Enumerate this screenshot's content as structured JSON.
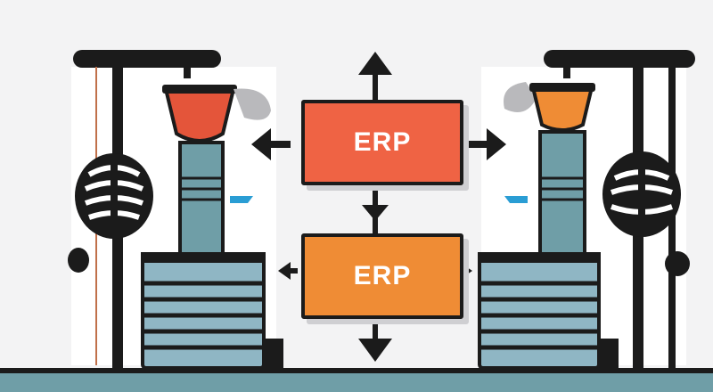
{
  "diagram": {
    "nodes": [
      {
        "id": "erp-top",
        "label": "ERP",
        "fill": "#ef6344"
      },
      {
        "id": "erp-bottom",
        "label": "ERP",
        "fill": "#ef8c35"
      }
    ]
  },
  "colors": {
    "outline": "#1b1b1b",
    "background": "#f3f3f4",
    "column": "#6f9ea7",
    "tank": "#8fb6c4",
    "accent_blue": "#2a9dd4",
    "cup_left": "#e4553a",
    "cup_right": "#ef8c35"
  }
}
